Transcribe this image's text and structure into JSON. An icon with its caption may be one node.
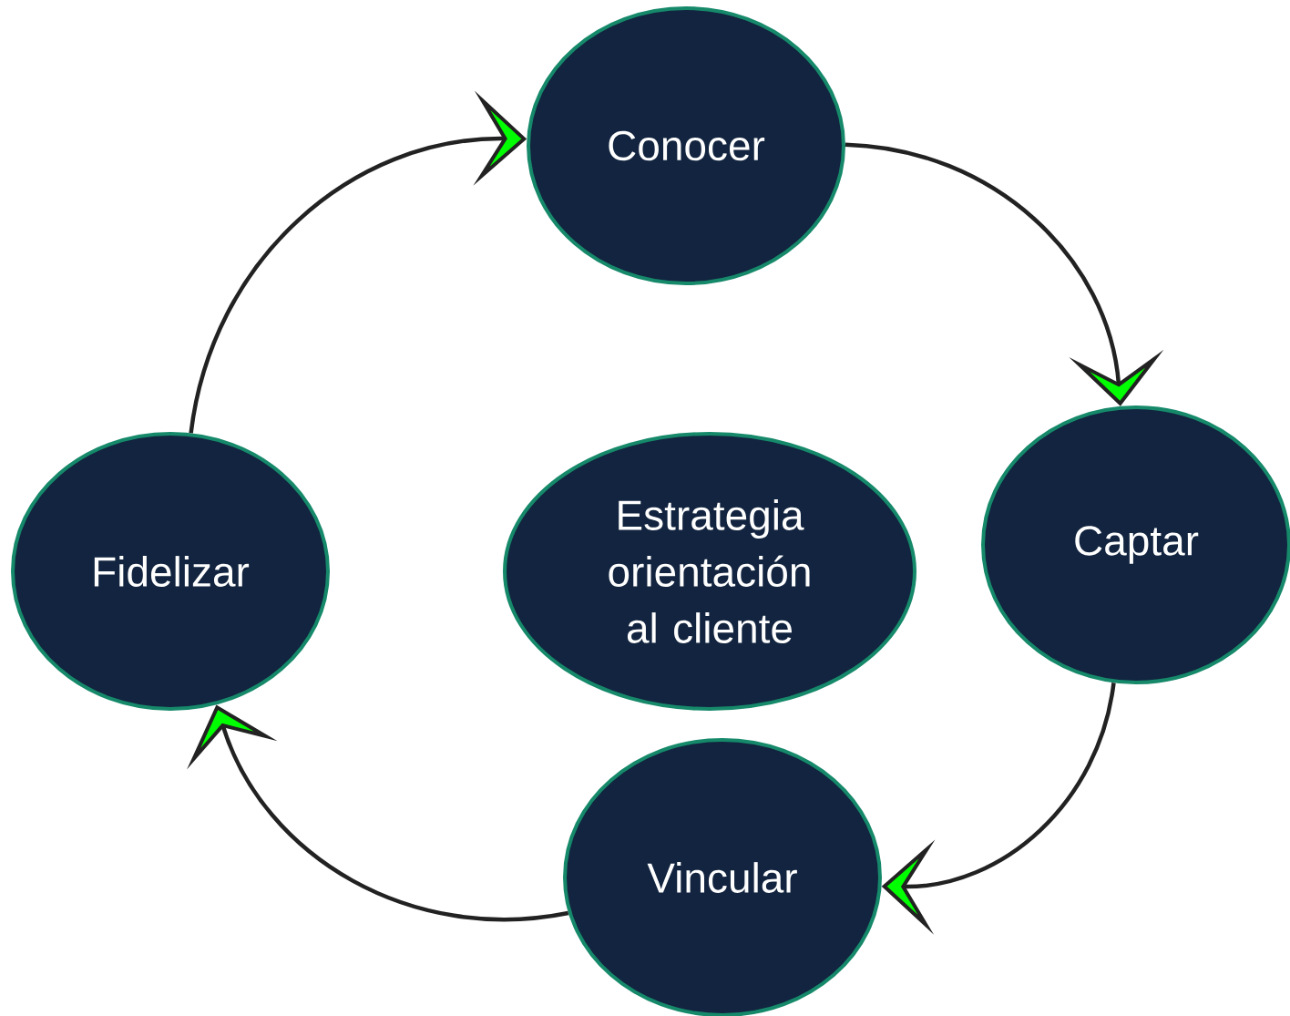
{
  "diagram": {
    "nodes": [
      {
        "text": [
          "Conocer"
        ]
      },
      {
        "text": [
          "Captar"
        ]
      },
      {
        "text": [
          "Vincular"
        ]
      },
      {
        "text": [
          "Fidelizar"
        ]
      },
      {
        "text": [
          "Estrategia orientación al cliente"
        ]
      }
    ],
    "edges": [
      {
        "from": 0,
        "to": 1,
        "arrow": "to"
      },
      {
        "from": 1,
        "to": 2,
        "arrow": "to"
      },
      {
        "from": 2,
        "to": 3,
        "arrow": "to"
      },
      {
        "from": 3,
        "to": 0,
        "arrow": "to"
      }
    ]
  }
}
